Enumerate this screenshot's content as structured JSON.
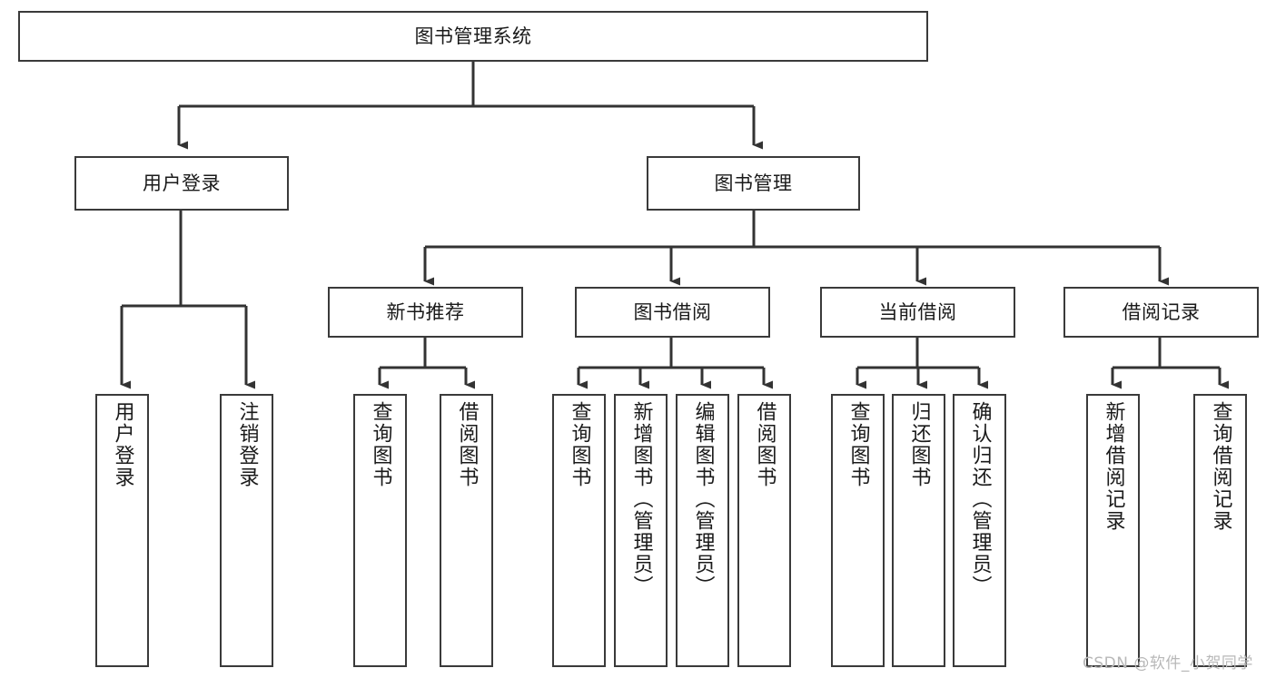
{
  "diagram": {
    "type": "tree-hierarchy-flowchart",
    "title": "图书管理系统",
    "root": {
      "id": "root",
      "label": "图书管理系统"
    },
    "level1": [
      {
        "id": "user-login",
        "label": "用户登录"
      },
      {
        "id": "book-manage",
        "label": "图书管理"
      }
    ],
    "level2": [
      {
        "id": "new-book-recommend",
        "label": "新书推荐",
        "parent": "book-manage"
      },
      {
        "id": "book-borrow",
        "label": "图书借阅",
        "parent": "book-manage"
      },
      {
        "id": "current-borrow",
        "label": "当前借阅",
        "parent": "book-manage"
      },
      {
        "id": "borrow-record",
        "label": "借阅记录",
        "parent": "book-manage"
      }
    ],
    "leaves": [
      {
        "id": "leaf-user-login",
        "label": "用户登录",
        "parent": "user-login"
      },
      {
        "id": "leaf-logout",
        "label": "注销登录",
        "parent": "user-login"
      },
      {
        "id": "leaf-query-book-1",
        "label": "查询图书",
        "parent": "new-book-recommend"
      },
      {
        "id": "leaf-borrow-book-1",
        "label": "借阅图书",
        "parent": "new-book-recommend"
      },
      {
        "id": "leaf-query-book-2",
        "label": "查询图书",
        "parent": "book-borrow"
      },
      {
        "id": "leaf-add-book",
        "label": "新增图书（管理员）",
        "parent": "book-borrow"
      },
      {
        "id": "leaf-edit-book",
        "label": "编辑图书（管理员）",
        "parent": "book-borrow"
      },
      {
        "id": "leaf-borrow-book-2",
        "label": "借阅图书",
        "parent": "book-borrow"
      },
      {
        "id": "leaf-query-book-3",
        "label": "查询图书",
        "parent": "current-borrow"
      },
      {
        "id": "leaf-return-book",
        "label": "归还图书",
        "parent": "current-borrow"
      },
      {
        "id": "leaf-confirm-return",
        "label": "确认归还（管理员）",
        "parent": "current-borrow"
      },
      {
        "id": "leaf-add-record",
        "label": "新增借阅记录",
        "parent": "borrow-record"
      },
      {
        "id": "leaf-query-record",
        "label": "查询借阅记录",
        "parent": "borrow-record"
      }
    ],
    "watermark": "CSDN @软件_小贺同学",
    "colors": {
      "border": "#3a3a3a",
      "fill": "#ffffff",
      "text": "#1a1a1a",
      "edge": "#333333",
      "watermark": "#b8b8b8",
      "background": "#ffffff"
    }
  }
}
